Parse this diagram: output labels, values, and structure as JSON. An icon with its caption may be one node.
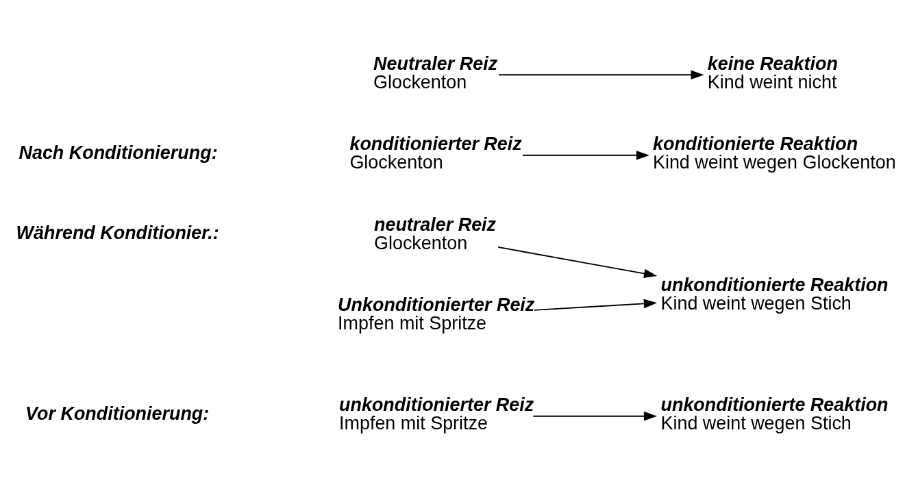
{
  "diagram": {
    "nodes": [
      {
        "text": [
          "unkonditionierter Reiz",
          "Impfen mit Spritze"
        ]
      },
      {
        "text": [
          "unkonditionierte Reaktion",
          "Kind weint wegen Stich"
        ]
      },
      {
        "text": [
          "Neutraler Reiz",
          "Glockenton"
        ]
      },
      {
        "text": [
          "keine Reaktion",
          "Kind weint nicht"
        ]
      },
      {
        "text": [
          "neutraler Reiz",
          "Glockenton"
        ]
      },
      {
        "text": [
          "Unkonditionierter Reiz",
          "Impfen mit Spritze"
        ]
      },
      {
        "text": [
          "unkonditionierte Reaktion",
          "Kind weint wegen Stich"
        ]
      },
      {
        "text": [
          "konditionierter Reiz",
          "Glockenton"
        ]
      },
      {
        "text": [
          "konditionierte Reaktion",
          "Kind weint wegen Glockenton"
        ]
      }
    ],
    "edges": [
      {
        "from": 0,
        "to": 1,
        "arrow": "to"
      },
      {
        "from": 2,
        "to": 3,
        "arrow": "to"
      },
      {
        "from": 4,
        "to": 6,
        "arrow": "to"
      },
      {
        "from": 5,
        "to": 6,
        "arrow": "to"
      },
      {
        "from": 7,
        "to": 8,
        "arrow": "to"
      }
    ],
    "labels": [
      "Vor Konditionierung:",
      "Während Konditionier.:",
      "Nach Konditionierung:"
    ]
  }
}
